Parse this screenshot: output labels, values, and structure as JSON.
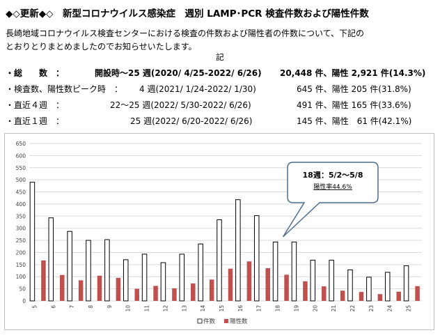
{
  "header": {
    "title": "◆◇更新◆◇　新型コロナウイルス感染症　週別 LAMP･PCR 検査件数および陽性件数",
    "intro_line1": "長崎地域コロナウイルス検査センターにおける検査の件数および陽性者の件数について、下記の",
    "intro_line2": "とおりとりまとめましたのでお知らせいたします。",
    "ki": "記"
  },
  "summary": [
    {
      "label": "・総　　数　：",
      "period": "開設時～25 週(2020/ 4/25-2022/ 6/26)",
      "counts": "20,448 件、陽性 2,921 件(14.3%)"
    },
    {
      "label": "・検査数、陽性数ピーク時　：",
      "period": "4 週(2021/ 1/24-2022/ 1/30)",
      "counts": "645 件、陽性 205 件(31.8%)"
    },
    {
      "label": "・直近４週　：",
      "period": "22～25 週(2022/ 5/30-2022/ 6/26)",
      "counts": "491 件、陽性 165 件(33.6%)"
    },
    {
      "label": "・直近１週　：",
      "period": "25 週(2022/ 6/20-2022/ 6/26)",
      "counts": "145 件、陽性　61 件(42.1%)"
    }
  ],
  "chart_data": {
    "type": "bar",
    "categories": [
      "5",
      "6",
      "7",
      "8",
      "9",
      "10",
      "11",
      "12",
      "13",
      "14",
      "15",
      "16",
      "17",
      "18",
      "19",
      "20",
      "21",
      "22",
      "23",
      "24",
      "25"
    ],
    "series": [
      {
        "name": "件数",
        "values": [
          490,
          343,
          287,
          250,
          253,
          170,
          193,
          158,
          193,
          235,
          335,
          418,
          352,
          243,
          243,
          168,
          168,
          128,
          98,
          118,
          145
        ],
        "color": "#ffffff",
        "stroke": "#000000"
      },
      {
        "name": "陽性数",
        "values": [
          167,
          107,
          85,
          104,
          95,
          50,
          62,
          52,
          72,
          88,
          133,
          163,
          135,
          108,
          81,
          60,
          42,
          37,
          28,
          38,
          61
        ],
        "color": "#c0504d"
      }
    ],
    "ylim": [
      0,
      650
    ],
    "yticks": [
      0,
      50,
      100,
      150,
      200,
      250,
      300,
      350,
      400,
      450,
      500,
      550,
      600,
      650
    ],
    "grid": true,
    "legend": "bottom",
    "callout": {
      "week": "18",
      "line1": "18週：5/2～5/8",
      "line2": "陽性率44.6%"
    }
  }
}
